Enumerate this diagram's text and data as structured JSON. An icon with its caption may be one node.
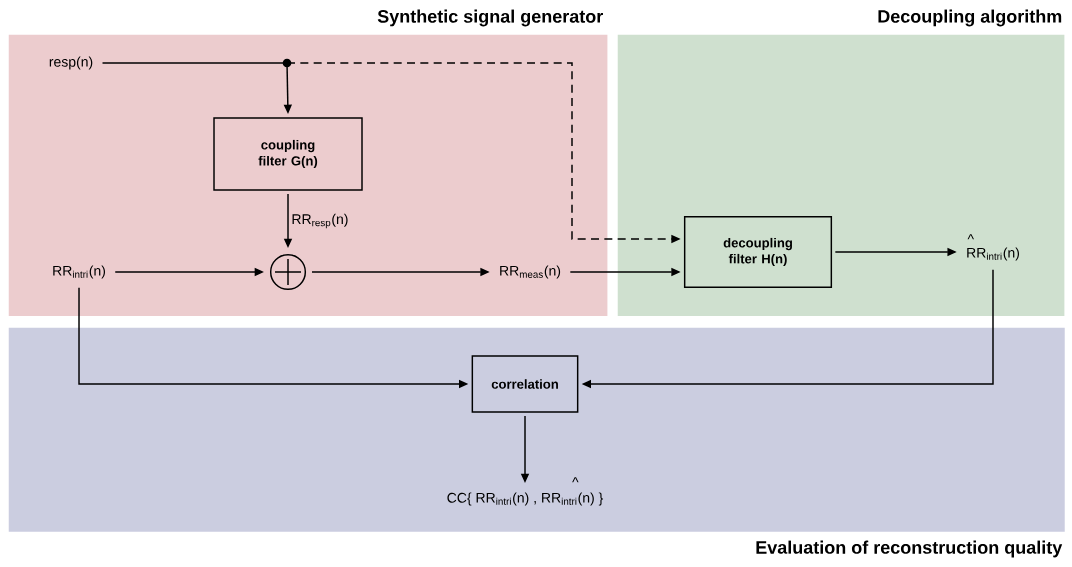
{
  "diagram": {
    "nodes": [
      {
        "text": [
          "Synthetic signal generator"
        ]
      },
      {
        "text": [
          "Decoupling algorithm"
        ]
      },
      {
        "text": [
          "Evaluation of reconstruction quality"
        ]
      },
      {
        "text": [
          "resp(n)"
        ],
        "in": 0
      },
      {
        "text": [],
        "shape": "circle",
        "in": 0
      },
      {
        "text": [
          "coupling filter G(n)"
        ],
        "in": 0
      },
      {
        "text": [
          "RR$_{intri}$(n)"
        ],
        "in": 0
      },
      {
        "text": [],
        "shape": "circle",
        "in": 0
      },
      {
        "text": [
          "RR$_{meas}$(n)"
        ],
        "in": 0
      },
      {
        "text": [
          "decoupling filter H(n)"
        ],
        "in": 1
      },
      {
        "text": [
          "RR$_{intri}$(n)"
        ],
        "in": 1
      },
      {
        "text": [
          "correlation"
        ],
        "in": 2
      },
      {
        "text": [
          "CC{ RR$_{intri}$(n) , RR$_{intri}$(n) }"
        ],
        "in": 2
      }
    ],
    "labels": [
      "^",
      "^"
    ],
    "edges": [
      {
        "from": 3,
        "to": 4,
        "arrow": "none"
      },
      {
        "from": 4,
        "to": 5,
        "arrow": "to"
      },
      {
        "from": 4,
        "to": 9,
        "arrow": "to",
        "style": "dashed"
      },
      {
        "from": 5,
        "to": 7,
        "arrow": "to",
        "label": "RR$_{resp}$(n)"
      },
      {
        "from": 6,
        "to": 7,
        "arrow": "to"
      },
      {
        "from": 7,
        "to": 8,
        "arrow": "to"
      },
      {
        "from": 8,
        "to": 9,
        "arrow": "to"
      },
      {
        "from": 9,
        "to": 10,
        "arrow": "to"
      },
      {
        "from": 6,
        "to": 11,
        "arrow": "to"
      },
      {
        "from": 10,
        "to": 11,
        "arrow": "to"
      },
      {
        "from": 11,
        "to": 12,
        "arrow": "to"
      }
    ]
  }
}
